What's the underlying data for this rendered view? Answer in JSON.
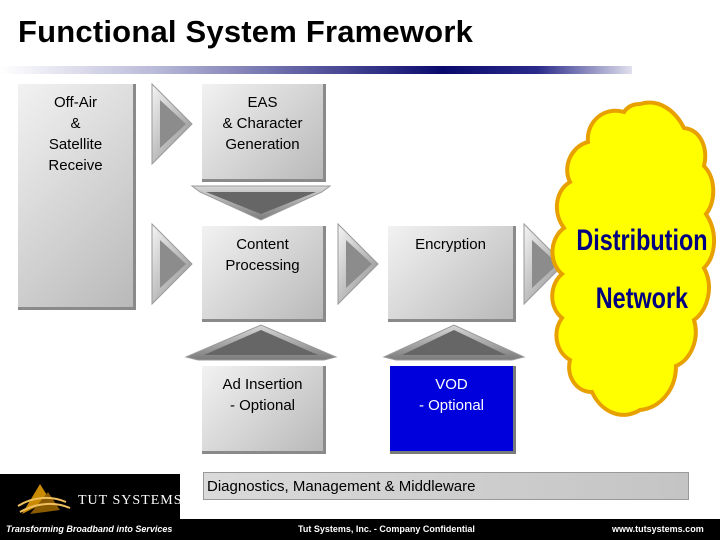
{
  "title": "Functional System Framework",
  "boxes": {
    "off_air": [
      "Off-Air",
      "&",
      "Satellite",
      "Receive"
    ],
    "eas": [
      "EAS",
      "& Character",
      "Generation"
    ],
    "content": [
      "Content",
      "Processing"
    ],
    "encryption": [
      "Encryption"
    ],
    "ad": [
      "Ad Insertion",
      "- Optional"
    ],
    "vod": [
      "VOD",
      "- Optional"
    ]
  },
  "cloud_label": [
    "Distribution",
    "Network"
  ],
  "diagnostics": "Diagnostics, Management & Middleware",
  "logo_text": "TUT SYSTEMS",
  "footer": {
    "left": "Transforming Broadband into Services",
    "center": "Tut Systems, Inc. - Company Confidential",
    "right": "www.tutsystems.com"
  },
  "colors": {
    "vod_box": "#0000dd",
    "cloud": "#ffff00",
    "cloud_edge": "#e8a000",
    "cloud_text": "#000080"
  }
}
